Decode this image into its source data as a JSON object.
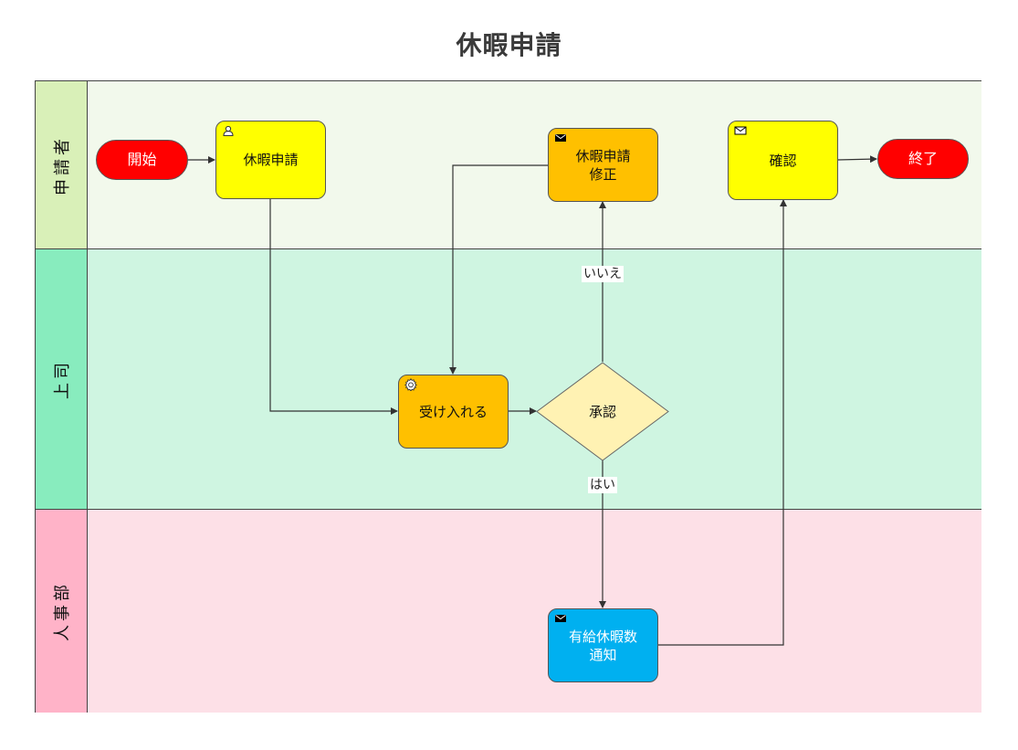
{
  "title": "休暇申請",
  "colors": {
    "lane1_head": "#d9f0b8",
    "lane1_body": "#f2f9ec",
    "lane2_head": "#88ecbe",
    "lane2_body": "#cff5e1",
    "lane3_head": "#ffb3c8",
    "lane3_body": "#fde0e7",
    "terminal": "#ff0000",
    "task_yellow": "#ffff00",
    "task_orange": "#ffc000",
    "task_blue": "#00b0f0",
    "gateway": "#fff2b3"
  },
  "lanes": [
    {
      "label": "申請者"
    },
    {
      "label": "上司"
    },
    {
      "label": "人事部"
    }
  ],
  "nodes": {
    "start": {
      "label": "開始",
      "type": "start-event"
    },
    "apply": {
      "label": "休暇申請",
      "icon": "user-icon",
      "type": "user-task"
    },
    "revise": {
      "label": "休暇申請\n修正",
      "icon": "envelope-filled-icon",
      "type": "send-task"
    },
    "confirm": {
      "label": "確認",
      "icon": "envelope-outline-icon",
      "type": "receive-task"
    },
    "end": {
      "label": "終了",
      "type": "end-event"
    },
    "accept": {
      "label": "受け入れる",
      "icon": "gear-icon",
      "type": "service-task"
    },
    "approve": {
      "label": "承認",
      "type": "gateway"
    },
    "notify": {
      "label": "有給休暇数\n通知",
      "icon": "envelope-filled-icon",
      "type": "send-task"
    }
  },
  "edge_labels": {
    "no": "いいえ",
    "yes": "はい"
  }
}
